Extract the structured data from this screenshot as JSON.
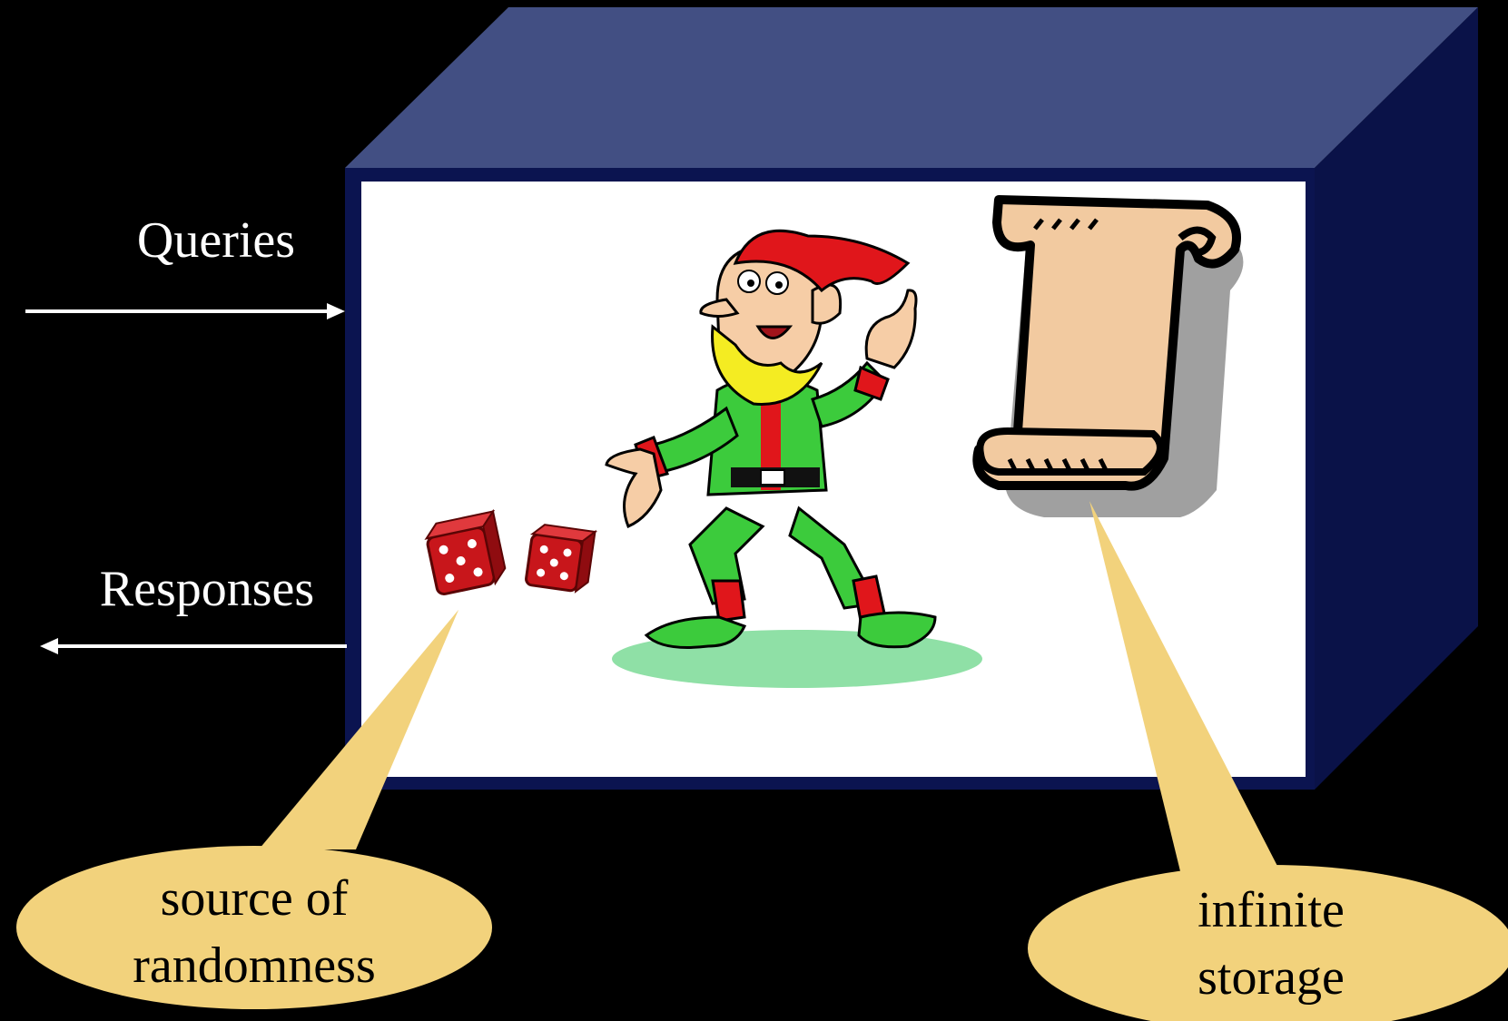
{
  "labels": {
    "queries": "Queries",
    "responses": "Responses",
    "randomness_line1": "source of",
    "randomness_line2": "randomness",
    "storage_line1": "infinite",
    "storage_line2": "storage"
  },
  "colors": {
    "background": "#000000",
    "box_top": "#424f83",
    "box_front_frame": "#0b1450",
    "box_side": "#0a1248",
    "box_inner": "#ffffff",
    "callout_fill": "#f2d27c",
    "arrow": "#ffffff",
    "label_text_light": "#ffffff",
    "label_text_dark": "#000000"
  },
  "icons": {
    "dice": "dice-pair-icon",
    "elf": "elf-character-icon",
    "scroll": "parchment-scroll-icon"
  }
}
